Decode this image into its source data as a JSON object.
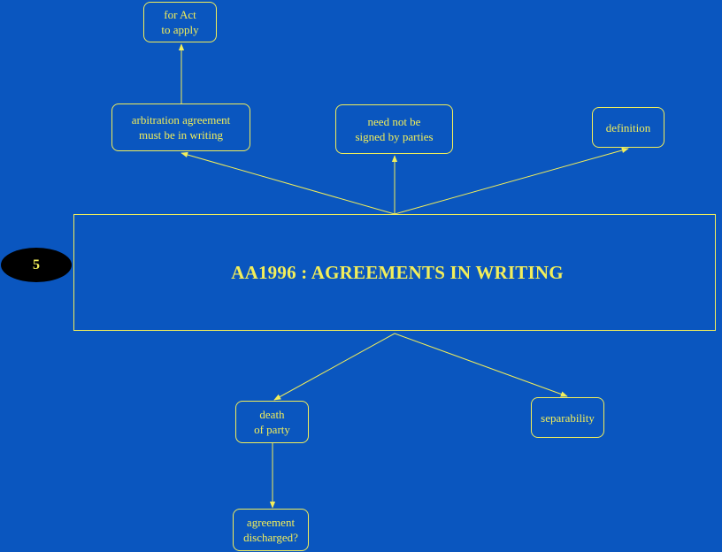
{
  "colors": {
    "background": "#0a56bf",
    "foreground": "#f2ee5a",
    "badge_fill": "#000000"
  },
  "badge": {
    "number": "5"
  },
  "main": {
    "title": "AA1996 : AGREEMENTS IN WRITING"
  },
  "nodes": {
    "for_act": "for Act\nto apply",
    "arbitration": "arbitration agreement\nmust be in writing",
    "need_not_signed": "need not be\nsigned by parties",
    "definition": "definition",
    "death": "death\nof party",
    "separability": "separability",
    "discharged": "agreement\ndischarged?"
  }
}
